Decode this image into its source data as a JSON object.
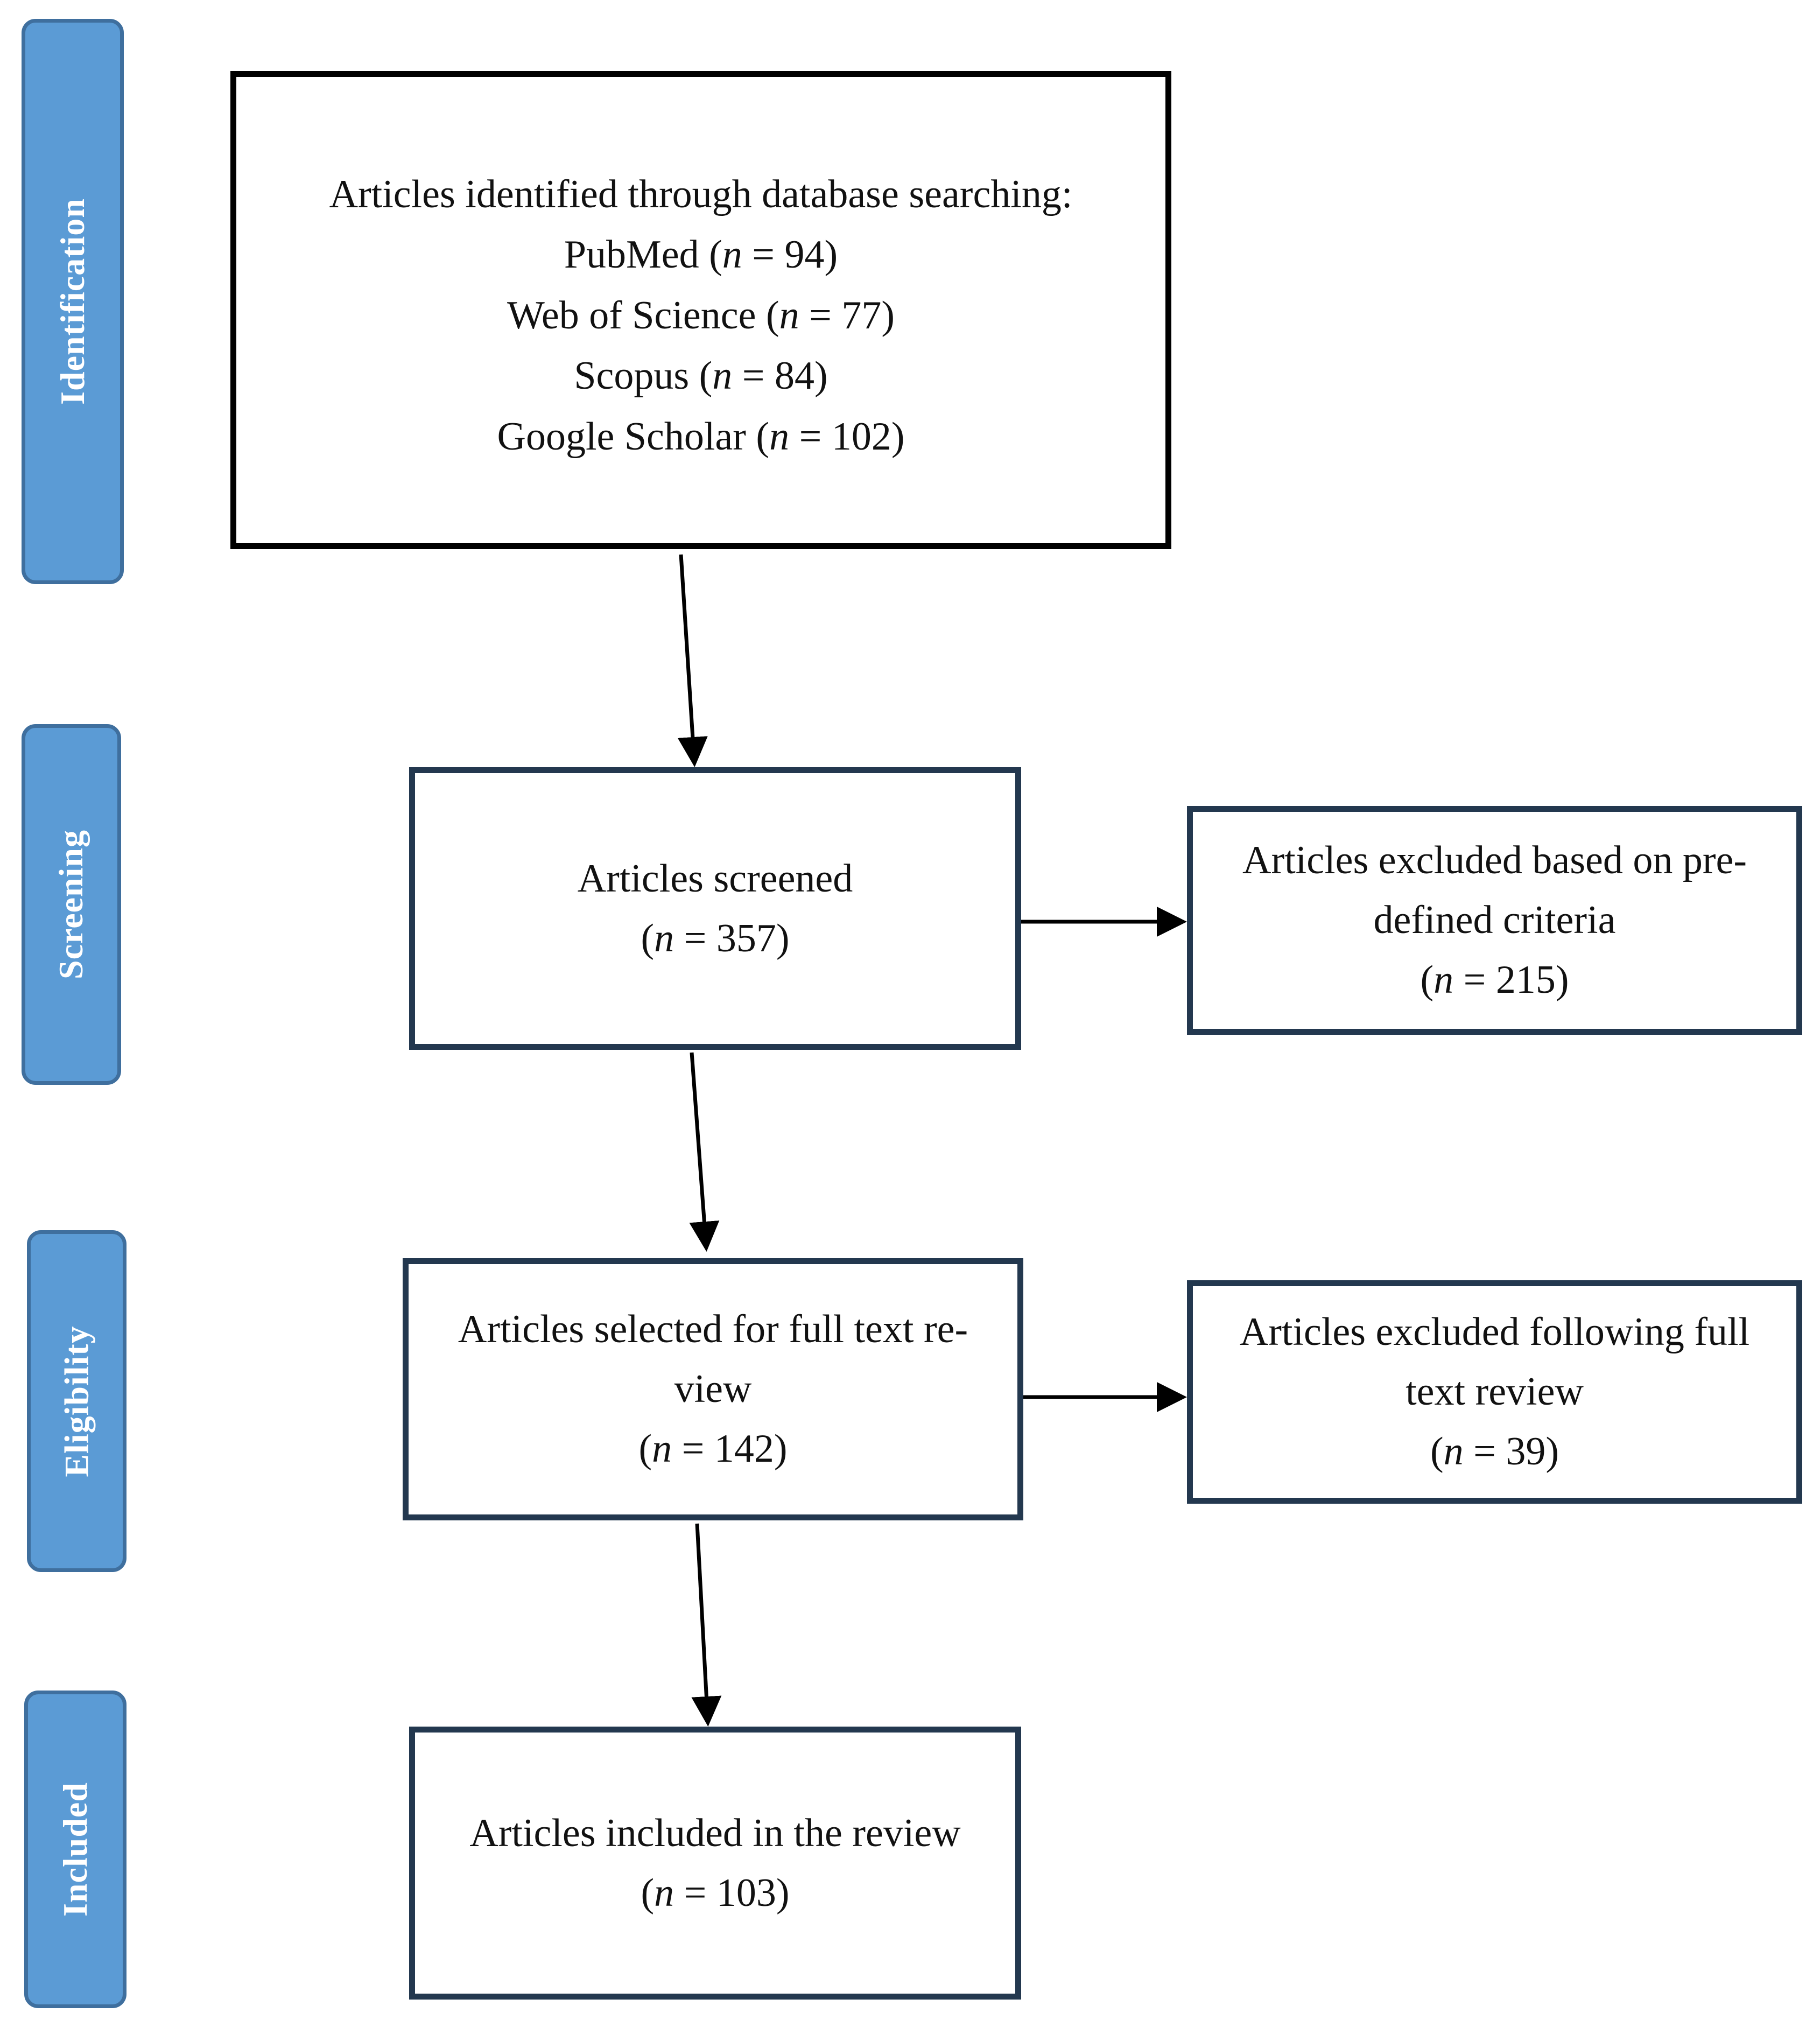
{
  "stages": {
    "identification": "Identification",
    "screening": "Screening",
    "eligibility": "Eligibility",
    "included": "Included"
  },
  "identification_box": {
    "heading": "Articles identified through database searching:",
    "sources": [
      {
        "name": "PubMed",
        "n": "94"
      },
      {
        "name": "Web of Science",
        "n": "77"
      },
      {
        "name": "Scopus",
        "n": "84"
      },
      {
        "name": "Google Scholar",
        "n": "102"
      }
    ]
  },
  "screened_box": {
    "lines": [
      "Articles screened"
    ],
    "n": "357"
  },
  "excluded_predefined_box": {
    "lines": [
      "Articles excluded based on pre-",
      "defined criteria"
    ],
    "n": "215"
  },
  "fulltext_box": {
    "lines": [
      "Articles selected for full text re-",
      "view"
    ],
    "n": "142"
  },
  "excluded_fulltext_box": {
    "lines": [
      "Articles excluded following full",
      "text review"
    ],
    "n": "39"
  },
  "included_box": {
    "lines": [
      "Articles included in the review"
    ],
    "n": "103"
  },
  "n_symbol": "n",
  "colors": {
    "stage_fill": "#5b9bd5",
    "stage_border": "#3f6f9e",
    "box_border_blue": "#23384f",
    "box_border_black": "#000000"
  }
}
